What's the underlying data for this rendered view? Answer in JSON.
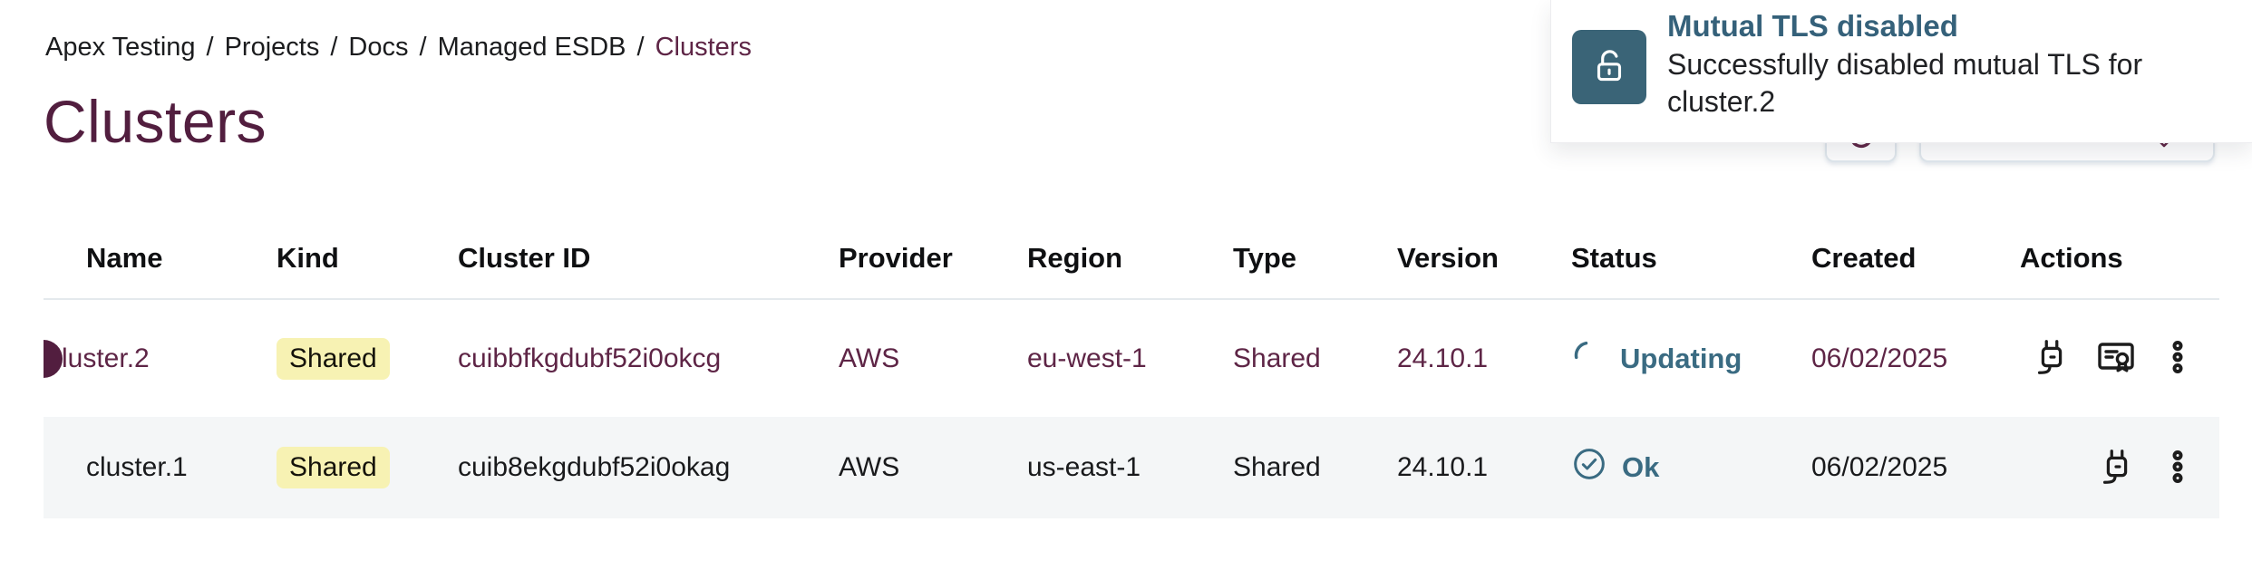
{
  "breadcrumb": {
    "separator": "/",
    "items": [
      {
        "label": "Apex Testing"
      },
      {
        "label": "Projects"
      },
      {
        "label": "Docs"
      },
      {
        "label": "Managed ESDB"
      },
      {
        "label": "Clusters"
      }
    ]
  },
  "page": {
    "title": "Clusters"
  },
  "toast": {
    "icon": "unlock-icon",
    "title": "Mutual TLS disabled",
    "message": "Successfully disabled mutual TLS for cluster.2"
  },
  "table": {
    "columns": [
      "Name",
      "Kind",
      "Cluster ID",
      "Provider",
      "Region",
      "Type",
      "Version",
      "Status",
      "Created",
      "Actions"
    ],
    "rows": [
      {
        "name": "cluster.2",
        "kind": "Shared",
        "cluster_id": "cuibbfkgdubf52i0okcg",
        "provider": "AWS",
        "region": "eu-west-1",
        "type": "Shared",
        "version": "24.10.1",
        "status": "Updating",
        "status_state": "updating",
        "created": "06/02/2025",
        "action_icons": [
          "plug-icon",
          "certificate-icon",
          "kebab-menu-icon"
        ]
      },
      {
        "name": "cluster.1",
        "kind": "Shared",
        "cluster_id": "cuib8ekgdubf52i0okag",
        "provider": "AWS",
        "region": "us-east-1",
        "type": "Shared",
        "version": "24.10.1",
        "status": "Ok",
        "status_state": "ok",
        "created": "06/02/2025",
        "action_icons": [
          "plug-icon",
          "kebab-menu-icon"
        ]
      }
    ]
  },
  "colors": {
    "accent_maroon": "#5e2546",
    "title_maroon": "#521e3f",
    "status_teal": "#3a6b82",
    "toast_icon_teal": "#3a6477",
    "badge_yellow": "#f7f2b3",
    "row_alt_bg": "#f4f6f7"
  }
}
